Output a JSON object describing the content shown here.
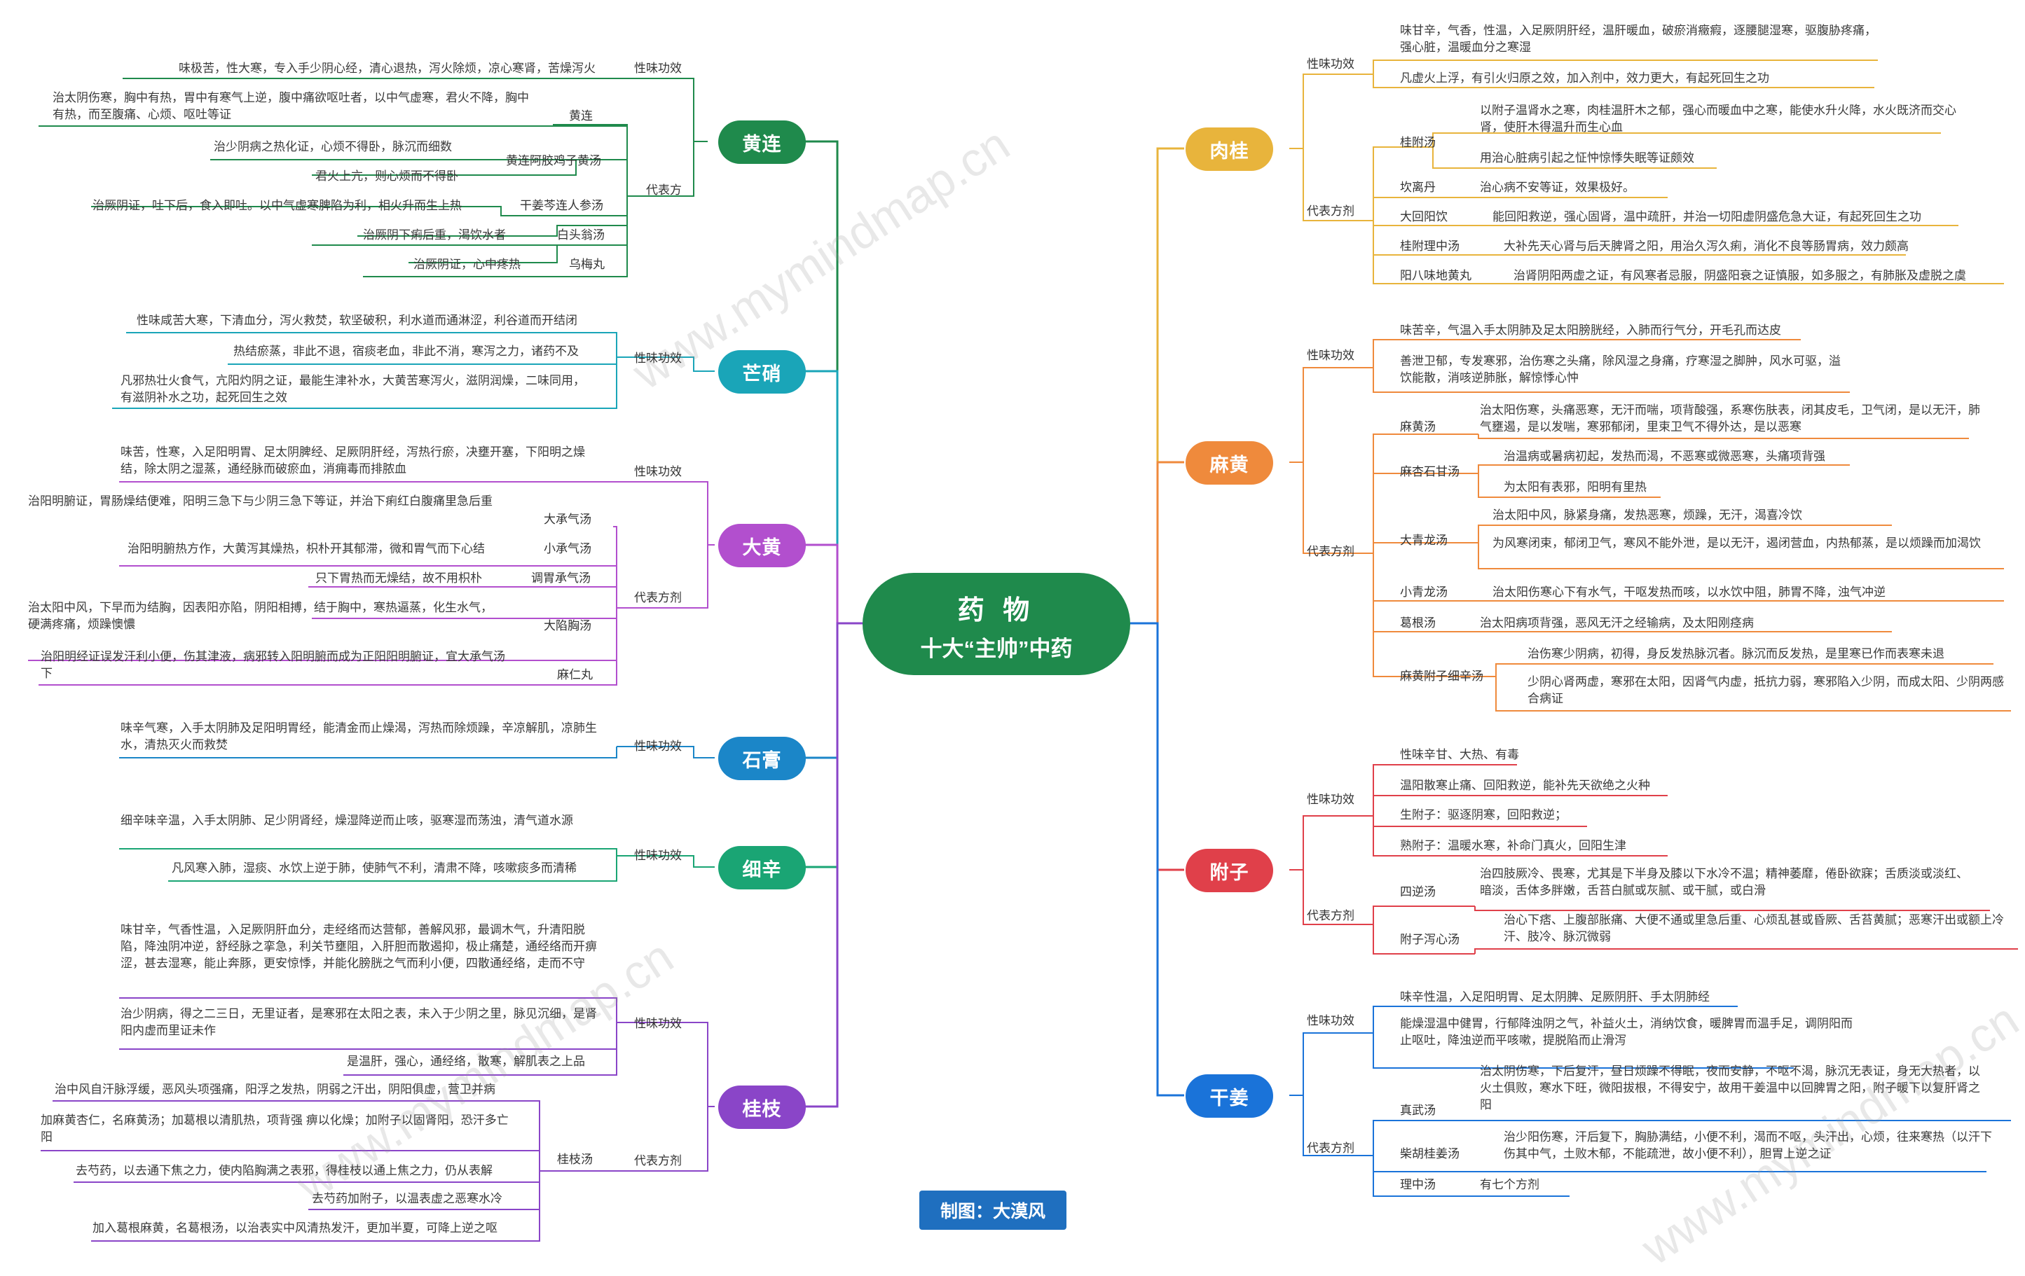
{
  "center": {
    "title": "药 物",
    "subtitle": "十大“主帅”中药"
  },
  "author": "制图：大漠风",
  "watermark": "www.mymindmap.cn",
  "colors": {
    "huanglian": "#1f8a4c",
    "mangxiao": "#1aa5b8",
    "dahuang": "#b24fce",
    "shigao": "#1b86c8",
    "xixin": "#1aa574",
    "guizhi": "#8a45c8",
    "rougui": "#e8b43c",
    "mahuang": "#ef8a3c",
    "fuzi": "#e0404a",
    "ganjiang": "#1a73d9",
    "center": "#1f8a4c",
    "author": "#1f6fbf"
  },
  "labels": {
    "xingwei": "性味功效",
    "daibiaofang": "代表方",
    "daibiaofangji": "代表方剂",
    "huanglian": "黄连",
    "hlejz": "黄连阿胶鸡子黄汤",
    "gjqlrs": "干姜芩连人参汤",
    "btwt": "白头翁汤",
    "wmw": "乌梅丸",
    "dcqt": "大承气汤",
    "xcqt": "小承气汤",
    "twcqt": "调胃承气汤",
    "dxxt": "大陷胸汤",
    "mzrw": "麻仁丸",
    "gzt": "桂枝汤",
    "gft": "桂附汤",
    "kld": "坎离丹",
    "dhyy": "大回阳饮",
    "gfld": "桂附理中汤",
    "ybwdh": "阳八味地黄丸",
    "mht": "麻黄汤",
    "mxsgt": "麻杏石甘汤",
    "dqlt": "大青龙汤",
    "xqlt": "小青龙汤",
    "ggt": "葛根汤",
    "mhfzxxt": "麻黄附子细辛汤",
    "sini": "四逆汤",
    "fzxxt": "附子泻心汤",
    "zwt": "真武汤",
    "chgjt": "柴胡桂姜汤",
    "lzt": "理中汤"
  },
  "herbs": {
    "huanglian": {
      "name": "黄连",
      "xw": "味极苦，性大寒，专入手少阴心经，清心退热，泻火除烦，凉心寒肾，苦燥泻火",
      "hl": "治太阴伤寒，胸中有热，胃中有寒气上逆，腹中痛欲呕吐者，以中气虚寒，君火不降，胸中有热，而至腹痛、心烦、呕吐等证",
      "hlejz1": "治少阴病之热化证，心烦不得卧，脉沉而细数",
      "hlejz2": "君火上亢，则心烦而不得卧",
      "gjql": "治厥阴证，吐下后，食入即吐。以中气虚寒脾陷为利，相火升而生上热",
      "btw": "治厥阴下痢后重，渴饮水者",
      "wm": "治厥阴证，心中疼热"
    },
    "mangxiao": {
      "name": "芒硝",
      "a": "性味咸苦大寒，下清血分，泻火救焚，软坚破积，利水道而通淋涩，利谷道而开结闭",
      "b": "热结瘀蒸，非此不退，宿痰老血，非此不消，寒泻之力，诸药不及",
      "c": "凡邪热壮火食气，亢阳灼阴之证，最能生津补水，大黄苦寒泻火，滋阴润燥，二味同用，有滋阴补水之功，起死回生之效"
    },
    "dahuang": {
      "name": "大黄",
      "xw": "味苦，性寒，入足阳明胃、足太阴脾经、足厥阴肝经，泻热行瘀，决壅开塞，下阳明之燥结，除太阴之湿蒸，通经脉而破瘀血，消痈毒而排脓血",
      "dcq": "治阳明腑证，胃肠燥结便难，阳明三急下与少阴三急下等证，并治下痢红白腹痛里急后重",
      "xcq": "治阳明腑热方作，大黄泻其燥热，枳朴开其郁滞，微和胃气而下心结",
      "twcq": "只下胃热而无燥结，故不用枳朴",
      "dxx": "治太阳中风，下早而为结胸，因表阳亦陷，阴阳相搏，结于胸中，寒热逼蒸，化生水气，硬满疼痛，烦躁懊憹",
      "mzr": "治阳明经证误发汗利小便，伤其津液，病邪转入阳明腑而成为正阳阳明腑证，宜大承气汤下"
    },
    "shigao": {
      "name": "石膏",
      "a": "味辛气寒，入手太阴肺及足阳明胃经，能清金而止燥渴，泻热而除烦躁，辛凉解肌，凉肺生水，清热灭火而救焚"
    },
    "xixin": {
      "name": "细辛",
      "a": "细辛味辛温，入手太阴肺、足少阴肾经，燥湿降逆而止咳，驱寒湿而荡浊，清气道水源",
      "b": "凡风寒入肺，湿痰、水饮上逆于肺，使肺气不利，清肃不降，咳嗽痰多而清稀"
    },
    "guizhi": {
      "name": "桂枝",
      "a": "味甘辛，气香性温，入足厥阴肝血分，走经络而达营郁，善解风邪，最调木气，升清阳脱陷，降浊阴冲逆，舒经脉之挛急，利关节壅阻，入肝胆而散遏抑，极止痛楚，通经络而开痹涩，甚去湿寒，能止奔豚，更安惊悸，并能化膀胱之气而利小便，四散通经络，走而不守",
      "b": "治少阴病，得之二三日，无里证者，是寒邪在太阳之表，未入于少阴之里，脉见沉细，是肾阳内虚而里证未作",
      "c": "是温肝，强心，通经络，散寒，解肌表之上品",
      "d1": "治中风自汗脉浮缓，恶风头项强痛，阳浮之发热，阴弱之汗出，阴阳俱虚，营卫并病",
      "d2": "加麻黄杏仁，名麻黄汤；加葛根以清肌热，项背强 痹以化燥；加附子以固肾阳，恐汗多亡阳",
      "d3": "去芍药，以去通下焦之力，使内陷胸满之表邪，得桂枝以通上焦之力，仍从表解",
      "d4": "去芍药加附子，以温表虚之恶寒水冷",
      "d5": "加入葛根麻黄，名葛根汤，以治表实中风清热发汗，更加半夏，可降上逆之呕"
    },
    "rougui": {
      "name": "肉桂",
      "xw1": "味甘辛，气香，性温，入足厥阴肝经，温肝暖血，破瘀消癥瘕，逐腰腿湿寒，驱腹胁疼痛，强心脏，温暖血分之寒湿",
      "xw2": "凡虚火上浮，有引火归原之效，加入剂中，效力更大，有起死回生之功",
      "gf1": "以附子温肾水之寒，肉桂温肝木之郁，强心而暖血中之寒，能使水升火降，水火既济而交心肾，使肝木得温升而生心血",
      "gf2": "用治心脏病引起之怔忡惊悸失眠等证颇效",
      "kl": "治心病不安等证，效果极好。",
      "dhy": "能回阳救逆，强心固肾，温中疏肝，并治一切阳虚阴盛危急大证，有起死回生之功",
      "gfl": "大补先天心肾与后天脾肾之阳，用治久泻久痢，消化不良等肠胃病，效力颇高",
      "ybw": "治肾阴阳两虚之证，有风寒者忌服，阴盛阳衰之证慎服，如多服之，有肺胀及虚脱之虞"
    },
    "mahuang": {
      "name": "麻黄",
      "xw1": "味苦辛，气温入手太阴肺及足太阳膀胱经，入肺而行气分，开毛孔而达皮",
      "xw2": "善泄卫郁，专发寒邪，治伤寒之头痛，除风湿之身痛，疗寒湿之脚肿，风水可驱，溢饮能散，消咳逆肺胀，解惊悸心忡",
      "mh": "治太阳伤寒，头痛恶寒，无汗而喘，项背酸强，系寒伤肤表，闭其皮毛，卫气闭，是以无汗，肺气壅遏，是以发喘，寒邪郁闭，里束卫气不得外达，是以恶寒",
      "mx1": "治温病或暑病初起，发热而渴，不恶寒或微恶寒，头痛项背强",
      "mx2": "为太阳有表邪，阳明有里热",
      "dql1": "治太阳中风，脉紧身痛，发热恶寒，烦躁，无汗，渴喜冷饮",
      "dql2": "为风寒闭束，郁闭卫气，寒风不能外泄，是以无汗，遏闭营血，内热郁蒸，是以烦躁而加渴饮",
      "xql": "治太阳伤寒心下有水气，干呕发热而咳，以水饮中阻，肺胃不降，浊气冲逆",
      "gg": "治太阳病项背强，恶风无汗之经输病，及太阳刚痉病",
      "mf1": "治伤寒少阴病，初得，身反发热脉沉者。脉沉而反发热，是里寒已作而表寒未退",
      "mf2": "少阴心肾两虚，寒邪在太阳，因肾气内虚，抵抗力弱，寒邪陷入少阴，而成太阳、少阴两感合病证"
    },
    "fuzi": {
      "name": "附子",
      "x1": "性味辛甘、大热、有毒",
      "x2": "温阳散寒止痛、回阳救逆，能补先天欲绝之火种",
      "x3": "生附子：驱逐阴寒，回阳救逆；",
      "x4": "熟附子：温暖水寒，补命门真火，回阳生津",
      "sn": "治四肢厥冷、畏寒，尤其是下半身及膝以下水冷不温；精神萎靡，倦卧欲寐；舌质淡或淡红、暗淡，舌体多胖嫩，舌苔白腻或灰腻、或干腻，或白滑",
      "fz": "治心下痞、上腹部胀痛、大便不通或里急后重、心烦乱甚或昏厥、舌苔黄腻；恶寒汗出或额上冷汗、肢冷、脉沉微弱"
    },
    "ganjiang": {
      "name": "干姜",
      "x1": "味辛性温，入足阳明胃、足太阴脾、足厥阴肝、手太阴肺经",
      "x2": "能燥湿温中健胃，行郁降浊阴之气，补益火土，消纳饮食，暖脾胃而温手足，调阴阳而止呕吐，降浊逆而平咳嗽，提脱陷而止滑泻",
      "zw": "治太阴伤寒，下后复汗，昼日烦躁不得眠，夜而安静，不呕不渴，脉沉无表证，身无大热者，以火土俱败，寒水下旺，微阳拔根，不得安宁，故用干姜温中以回脾胃之阳，附子暖下以复肝肾之阳",
      "ch": "治少阳伤寒，汗后复下，胸胁满结，小便不利，渴而不呕，头汗出，心烦，往来寒热（以汗下伤其中气，土败木郁，不能疏泄，故小便不利），胆胃上逆之证",
      "lz": "有七个方剂"
    }
  }
}
